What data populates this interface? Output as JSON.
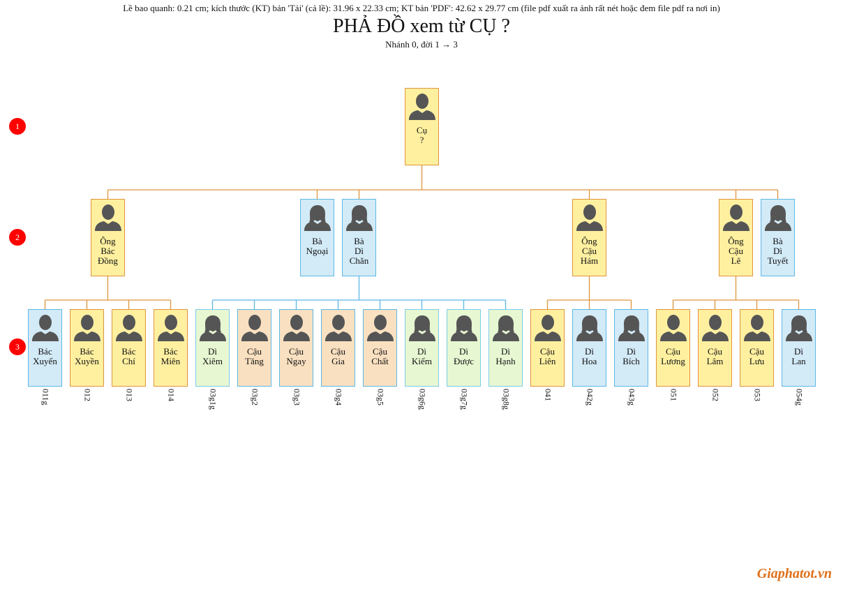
{
  "header": {
    "info": "Lề bao quanh: 0.21 cm; kích thước (KT) bản 'Tải' (cả lề): 31.96 x 22.33 cm; KT bản 'PDF': 42.62 x 29.77 cm (file pdf xuất ra ảnh rất nét hoặc đem file pdf ra nơi in)",
    "title": "PHẢ ĐỒ xem từ CỤ ?",
    "subtitle": "Nhánh 0, đời 1 → 3"
  },
  "generations": [
    "1",
    "2",
    "3"
  ],
  "people": [
    {
      "id": "root",
      "lines": [
        "Cụ",
        "?"
      ],
      "color": "yellow",
      "code": ""
    },
    {
      "id": "g2a",
      "lines": [
        "Ông",
        "Bác",
        "Đồng"
      ],
      "color": "yellow",
      "code": ""
    },
    {
      "id": "g2b",
      "lines": [
        "Bà",
        "Ngoại"
      ],
      "color": "blue",
      "code": ""
    },
    {
      "id": "g2c",
      "lines": [
        "Bà",
        "Dì",
        "Chăn"
      ],
      "color": "blue",
      "code": ""
    },
    {
      "id": "g2d",
      "lines": [
        "Ông",
        "Cậu",
        "Hám"
      ],
      "color": "yellow",
      "code": ""
    },
    {
      "id": "g2e",
      "lines": [
        "Ông",
        "Cậu",
        "Lê"
      ],
      "color": "yellow",
      "code": ""
    },
    {
      "id": "g2f",
      "lines": [
        "Bà",
        "Dì",
        "Tuyết"
      ],
      "color": "blue",
      "code": ""
    },
    {
      "id": "c1",
      "lines": [
        "Bác",
        "Xuyến"
      ],
      "color": "blue",
      "code": "011g"
    },
    {
      "id": "c2",
      "lines": [
        "Bác",
        "Xuyền"
      ],
      "color": "yellow",
      "code": "012"
    },
    {
      "id": "c3",
      "lines": [
        "Bác",
        "Chí"
      ],
      "color": "yellow",
      "code": "013"
    },
    {
      "id": "c4",
      "lines": [
        "Bác",
        "Miên"
      ],
      "color": "yellow",
      "code": "014"
    },
    {
      "id": "c5",
      "lines": [
        "Dì",
        "Xiêm"
      ],
      "color": "green",
      "code": "03g1g"
    },
    {
      "id": "c6",
      "lines": [
        "Cậu",
        "Tăng"
      ],
      "color": "orange",
      "code": "03g2"
    },
    {
      "id": "c7",
      "lines": [
        "Cậu",
        "Ngay"
      ],
      "color": "orange",
      "code": "03g3"
    },
    {
      "id": "c8",
      "lines": [
        "Cậu",
        "Gia"
      ],
      "color": "orange",
      "code": "03g4"
    },
    {
      "id": "c9",
      "lines": [
        "Cậu",
        "Chất"
      ],
      "color": "orange",
      "code": "03g5"
    },
    {
      "id": "c10",
      "lines": [
        "Dì",
        "Kiểm"
      ],
      "color": "green",
      "code": "03g6g"
    },
    {
      "id": "c11",
      "lines": [
        "Dì",
        "Được"
      ],
      "color": "green",
      "code": "03g7g"
    },
    {
      "id": "c12",
      "lines": [
        "Dì",
        "Hạnh"
      ],
      "color": "green",
      "code": "03g8g"
    },
    {
      "id": "c13",
      "lines": [
        "Cậu",
        "Liên"
      ],
      "color": "yellow",
      "code": "041"
    },
    {
      "id": "c14",
      "lines": [
        "Dì",
        "Hoa"
      ],
      "color": "blue",
      "code": "042g"
    },
    {
      "id": "c15",
      "lines": [
        "Dì",
        "Bích"
      ],
      "color": "blue",
      "code": "043g"
    },
    {
      "id": "c16",
      "lines": [
        "Cậu",
        "Lương"
      ],
      "color": "yellow",
      "code": "051"
    },
    {
      "id": "c17",
      "lines": [
        "Cậu",
        "Lâm"
      ],
      "color": "yellow",
      "code": "052"
    },
    {
      "id": "c18",
      "lines": [
        "Cậu",
        "Lưu"
      ],
      "color": "yellow",
      "code": "053"
    },
    {
      "id": "c19",
      "lines": [
        "Dì",
        "Lan"
      ],
      "color": "blue",
      "code": "054g"
    }
  ],
  "links": [
    {
      "from": "root",
      "to": [
        "g2a",
        "g2b",
        "g2c",
        "g2d",
        "g2e",
        "g2f"
      ]
    },
    {
      "from": "g2a",
      "to": [
        "c1",
        "c2",
        "c3",
        "c4"
      ]
    },
    {
      "from": "g2c",
      "to": [
        "c5",
        "c6",
        "c7",
        "c8",
        "c9",
        "c10",
        "c11",
        "c12"
      ]
    },
    {
      "from": "g2d",
      "to": [
        "c13",
        "c14",
        "c15"
      ]
    },
    {
      "from": "g2e",
      "to": [
        "c16",
        "c17",
        "c18",
        "c19"
      ]
    }
  ],
  "colors": {
    "yellow_fill": "#fff0a0",
    "yellow_border": "#e0943c",
    "blue_fill": "#d3eaf7",
    "blue_border": "#5cb8e6",
    "green_fill": "#e7f7d2",
    "orange_fill": "#f9e0c0",
    "link_orange": "#e0943c",
    "link_blue": "#5cb8e6",
    "badge": "#ff0000"
  },
  "footer": {
    "logo": "Giaphatot.vn"
  }
}
